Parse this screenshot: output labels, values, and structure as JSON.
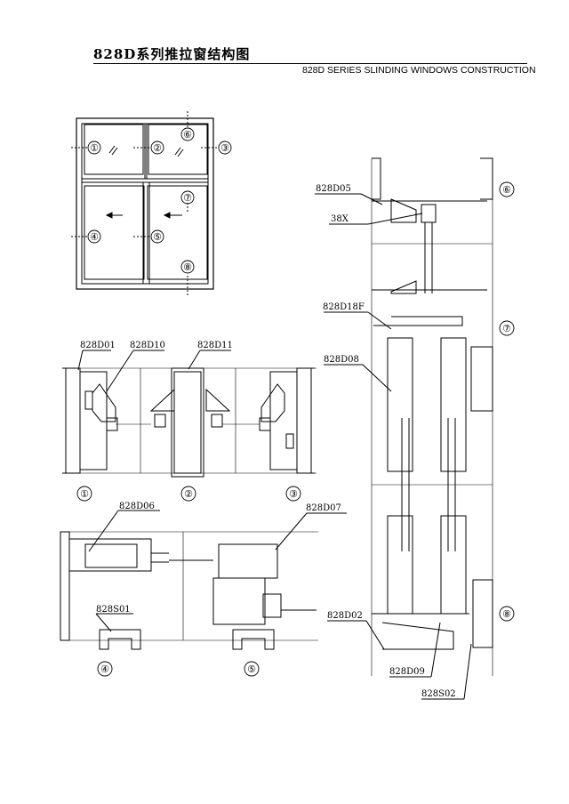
{
  "header": {
    "title_cn": "828D系列推拉窗结构图",
    "title_en": "828D SERIES SLINDING WINDOWS CONSTRUCTION"
  },
  "elevation": {
    "markers": [
      "①",
      "②",
      "③",
      "④",
      "⑤",
      "⑥",
      "⑦",
      "⑧"
    ]
  },
  "section_1_2_3": {
    "labels": [
      "828D01",
      "828D10",
      "828D11"
    ],
    "numbers": [
      "①",
      "②",
      "③"
    ]
  },
  "section_4_5": {
    "labels": [
      "828D06",
      "828D07",
      "828S01"
    ],
    "numbers": [
      "④",
      "⑤"
    ]
  },
  "section_6_7_8": {
    "labels": [
      "828D05",
      "38X",
      "828D18F",
      "828D08",
      "828D02",
      "828D09",
      "828S02"
    ],
    "numbers": [
      "⑥",
      "⑦",
      "⑧"
    ]
  }
}
